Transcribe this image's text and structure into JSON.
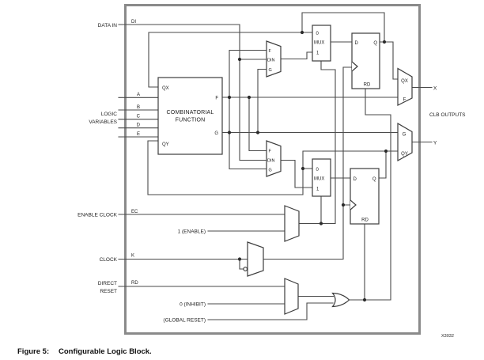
{
  "figure": {
    "label": "Figure 5:",
    "title": "Configurable Logic Block.",
    "part_ref": "X3032"
  },
  "colors": {
    "border_gray": "#8a8a8a",
    "wire": "#4a4a4a",
    "text": "#1c1c1c"
  },
  "left_inputs": {
    "data_in": {
      "label": "DATA IN",
      "pin": "DI"
    },
    "logic_variables": {
      "label1": "LOGIC",
      "label2": "VARIABLES",
      "pins": [
        "A",
        "B",
        "C",
        "D",
        "E"
      ]
    },
    "enable_clock": {
      "label": "ENABLE CLOCK",
      "pin": "EC"
    },
    "clock": {
      "label": "CLOCK",
      "pin": "K"
    },
    "direct_reset": {
      "label1": "DIRECT",
      "label2": "RESET",
      "pin": "RD"
    }
  },
  "constants": {
    "enable": "1 (ENABLE)",
    "inhibit": "0 (INHIBIT)",
    "global_reset": "(GLOBAL RESET)"
  },
  "blocks": {
    "comb": {
      "title1": "COMBINATORIAL",
      "title2": "FUNCTION",
      "pin_qx": "QX",
      "pin_qy": "QY",
      "pin_f": "F",
      "pin_g": "G"
    },
    "fding_upper": {
      "in_f": "F",
      "in_din": "DIN",
      "in_g": "G"
    },
    "fding_lower": {
      "in_f": "F",
      "in_din": "DIN",
      "in_g": "G"
    },
    "mux_upper": {
      "in0": "0",
      "name": "MUX",
      "in1": "1"
    },
    "mux_lower": {
      "in0": "0",
      "name": "MUX",
      "in1": "1"
    },
    "ff_upper": {
      "d": "D",
      "q": "Q",
      "rd": "RD"
    },
    "ff_lower": {
      "d": "D",
      "q": "Q",
      "rd": "RD"
    },
    "outmux_x": {
      "in_top": "QX",
      "in_bot": "F"
    },
    "outmux_y": {
      "in_top": "G",
      "in_bot": "QY"
    }
  },
  "outputs": {
    "x": "X",
    "y": "Y",
    "group": "CLB OUTPUTS"
  }
}
